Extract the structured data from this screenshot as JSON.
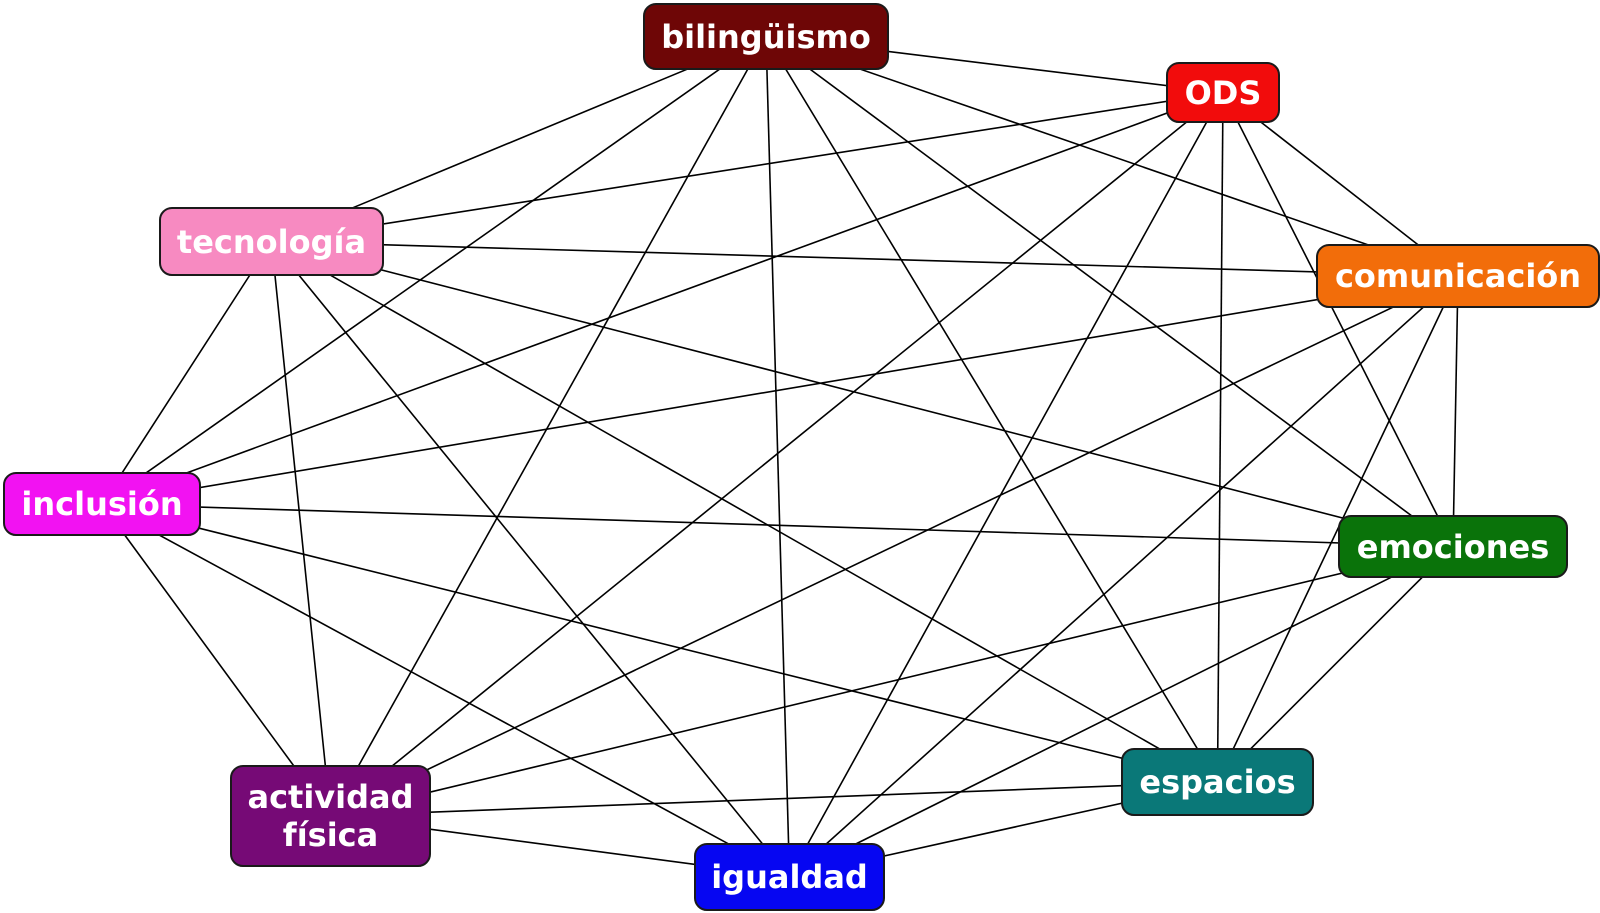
{
  "nodes": [
    {
      "id": "bilinguismo",
      "label": "bilingüismo",
      "color": "#6e0606"
    },
    {
      "id": "ods",
      "label": "ODS",
      "color": "#f20c0c"
    },
    {
      "id": "tecnologia",
      "label": "tecnología",
      "color": "#f78ac1"
    },
    {
      "id": "comunicacion",
      "label": "comunicación",
      "color": "#f26d0a"
    },
    {
      "id": "inclusion",
      "label": "inclusión",
      "color": "#f212f2"
    },
    {
      "id": "emociones",
      "label": "emociones",
      "color": "#0a730a"
    },
    {
      "id": "actividad",
      "label": "actividad\nfísica",
      "color": "#760a76"
    },
    {
      "id": "espacios",
      "label": "espacios",
      "color": "#0a7878"
    },
    {
      "id": "igualdad",
      "label": "igualdad",
      "color": "#0606f2"
    }
  ],
  "edges": [
    [
      "bilinguismo",
      "ods"
    ],
    [
      "bilinguismo",
      "tecnologia"
    ],
    [
      "bilinguismo",
      "comunicacion"
    ],
    [
      "bilinguismo",
      "inclusion"
    ],
    [
      "bilinguismo",
      "emociones"
    ],
    [
      "bilinguismo",
      "actividad"
    ],
    [
      "bilinguismo",
      "espacios"
    ],
    [
      "bilinguismo",
      "igualdad"
    ],
    [
      "ods",
      "tecnologia"
    ],
    [
      "ods",
      "comunicacion"
    ],
    [
      "ods",
      "inclusion"
    ],
    [
      "ods",
      "emociones"
    ],
    [
      "ods",
      "actividad"
    ],
    [
      "ods",
      "espacios"
    ],
    [
      "ods",
      "igualdad"
    ],
    [
      "tecnologia",
      "comunicacion"
    ],
    [
      "tecnologia",
      "inclusion"
    ],
    [
      "tecnologia",
      "emociones"
    ],
    [
      "tecnologia",
      "actividad"
    ],
    [
      "tecnologia",
      "espacios"
    ],
    [
      "tecnologia",
      "igualdad"
    ],
    [
      "comunicacion",
      "inclusion"
    ],
    [
      "comunicacion",
      "emociones"
    ],
    [
      "comunicacion",
      "actividad"
    ],
    [
      "comunicacion",
      "espacios"
    ],
    [
      "comunicacion",
      "igualdad"
    ],
    [
      "inclusion",
      "emociones"
    ],
    [
      "inclusion",
      "actividad"
    ],
    [
      "inclusion",
      "espacios"
    ],
    [
      "inclusion",
      "igualdad"
    ],
    [
      "emociones",
      "actividad"
    ],
    [
      "emociones",
      "espacios"
    ],
    [
      "emociones",
      "igualdad"
    ],
    [
      "actividad",
      "espacios"
    ],
    [
      "actividad",
      "igualdad"
    ],
    [
      "espacios",
      "igualdad"
    ]
  ]
}
